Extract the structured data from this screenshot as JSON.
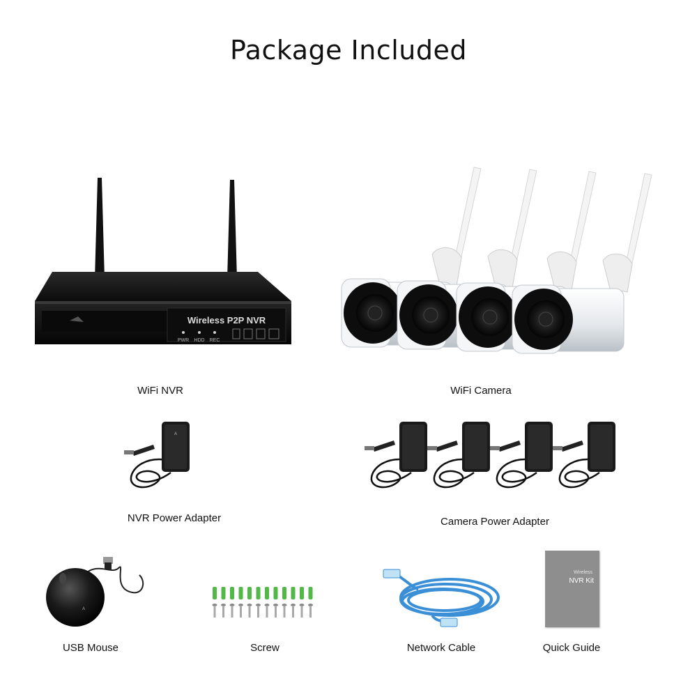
{
  "title": "Package Included",
  "nvr": {
    "label": "WiFi NVR",
    "panel_text": "Wireless P2P NVR",
    "leds": [
      "PWR",
      "HDD",
      "REC"
    ]
  },
  "camera": {
    "label": "WiFi Camera",
    "count": 4
  },
  "nvr_adapter": {
    "label": "NVR Power Adapter"
  },
  "camera_adapter": {
    "label": "Camera Power Adapter",
    "count": 4
  },
  "mouse": {
    "label": "USB Mouse"
  },
  "screw": {
    "label": "Screw"
  },
  "cable": {
    "label": "Network Cable"
  },
  "guide": {
    "label": "Quick Guide",
    "cover_line1": "Wireless",
    "cover_line2": "NVR Kit"
  },
  "colors": {
    "nvr_body": "#1a1a1a",
    "camera_body": "#eef1f4",
    "cable": "#3b8fd6",
    "anchor": "#52b948",
    "guide_cover": "#8e8e8e"
  }
}
